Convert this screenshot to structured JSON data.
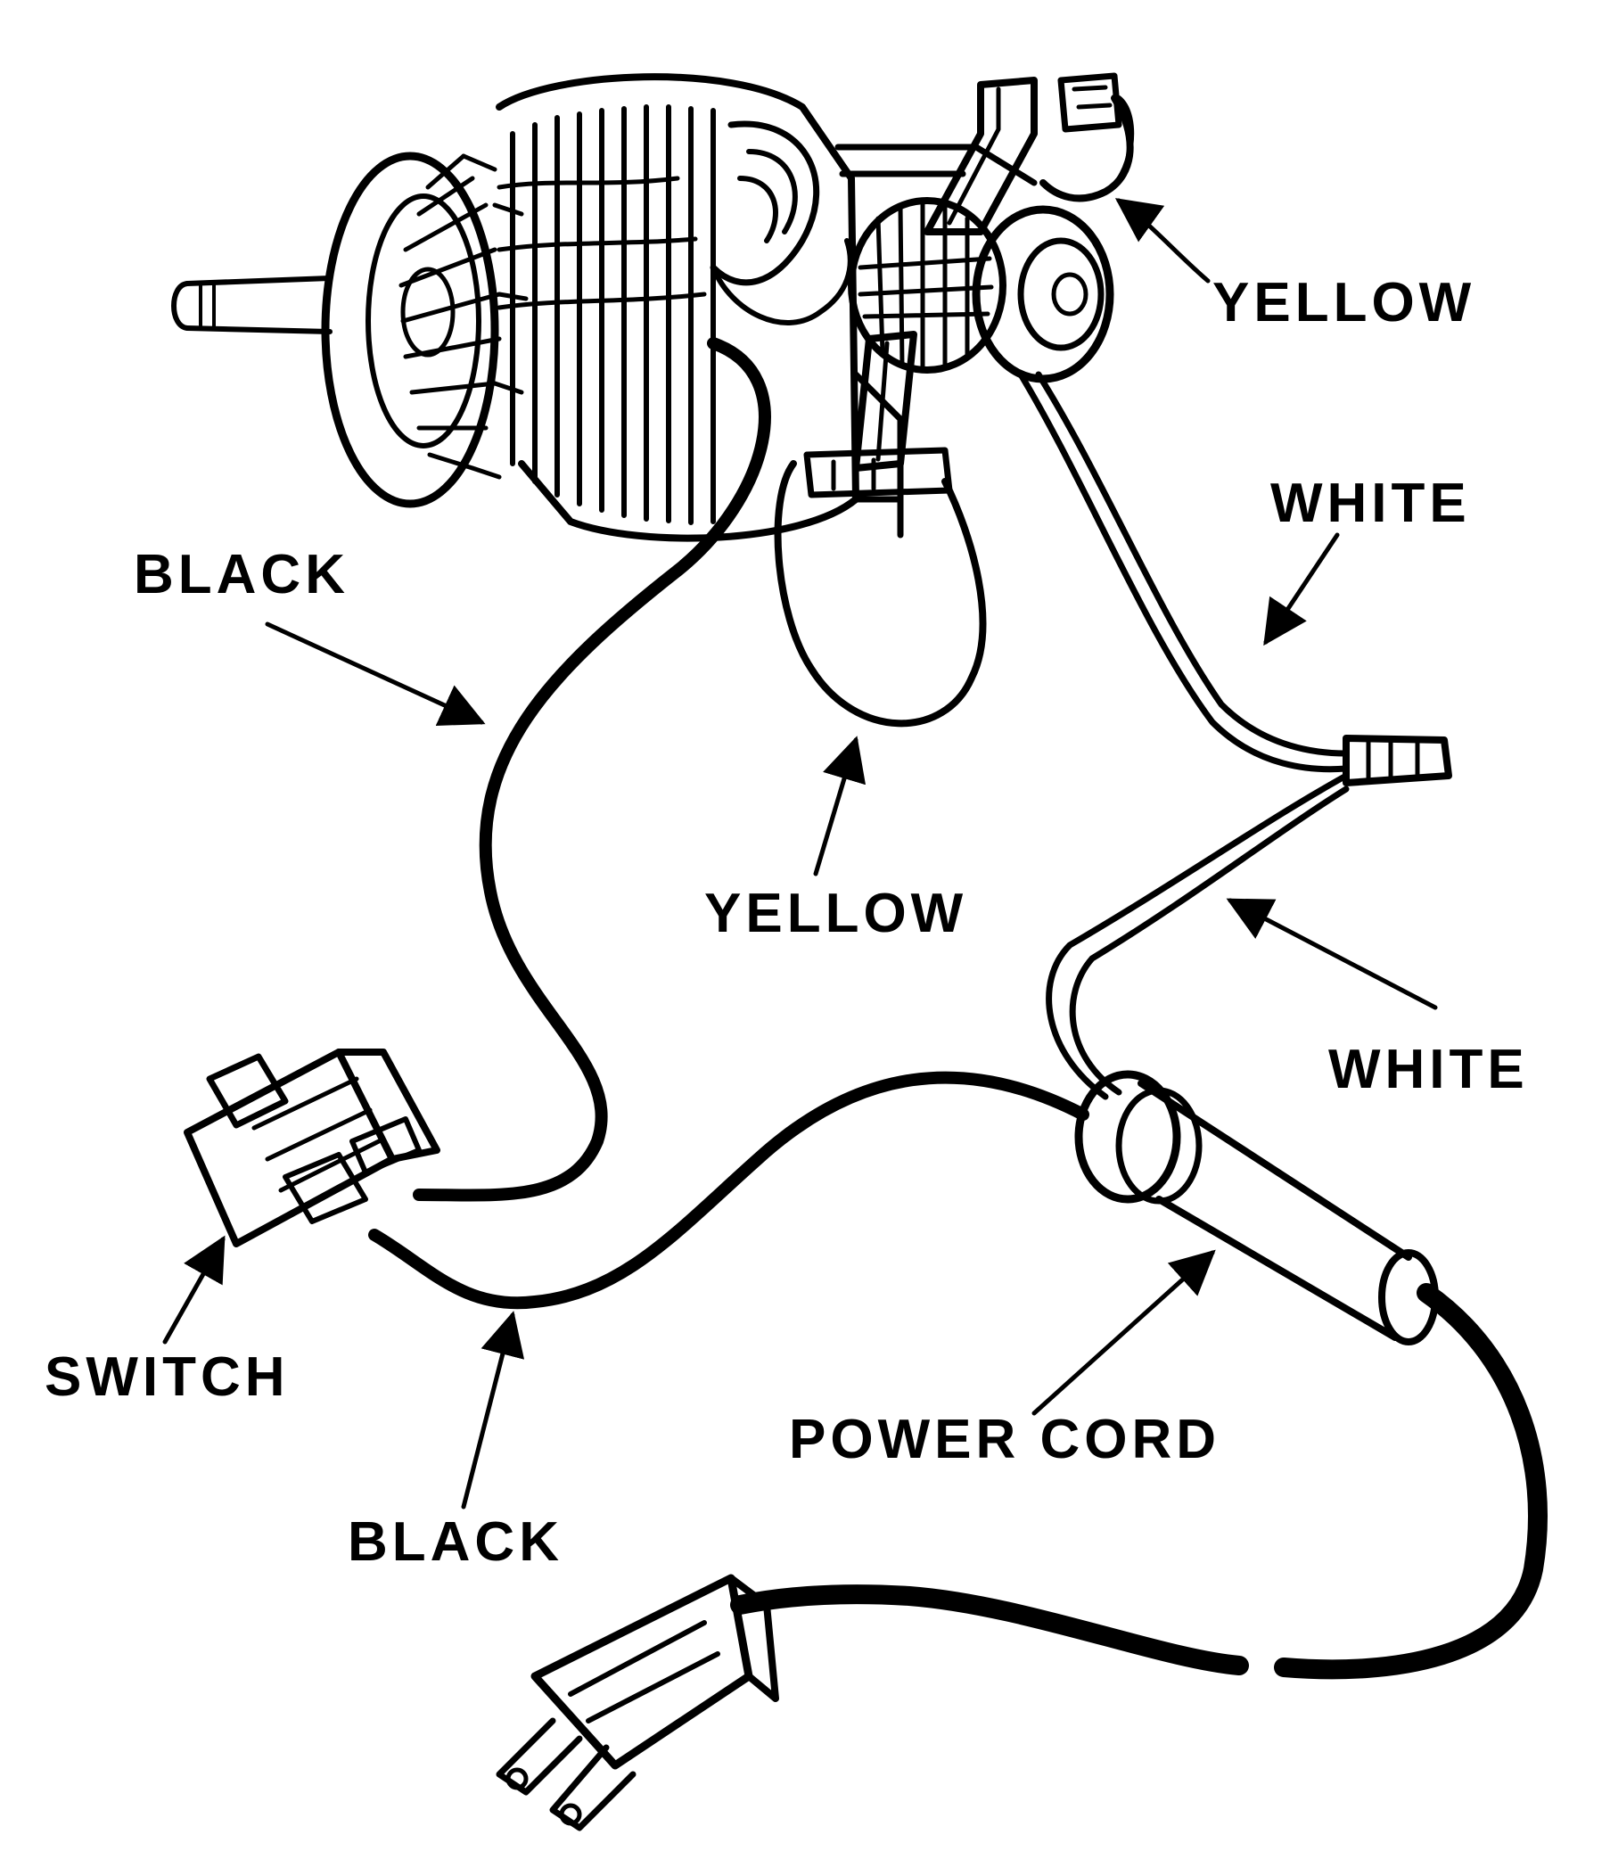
{
  "labels": {
    "yellow_top": "YELLOW",
    "white_top": "WHITE",
    "black_top": "BLACK",
    "yellow_mid": "YELLOW",
    "white_mid": "WHITE",
    "switch": "SWITCH",
    "power_cord": "POWER CORD",
    "black_bottom": "BLACK"
  },
  "colors": {
    "ink": "#000000",
    "background": "#ffffff"
  },
  "components": [
    "motor-assembly",
    "wire-nut",
    "switch",
    "power-cord-strain-relief",
    "plug"
  ]
}
